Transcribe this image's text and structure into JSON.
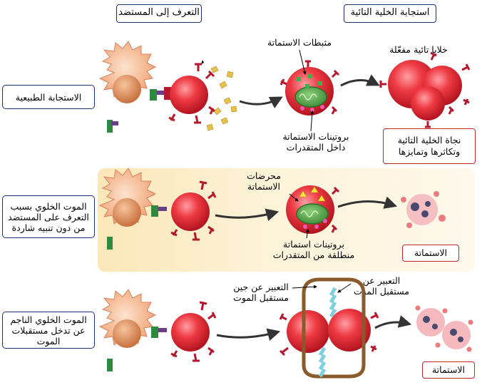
{
  "headers": {
    "recognition": "التعرف إلى المستضد",
    "t_response": "استجابة الخلية التائية"
  },
  "rows": [
    {
      "label": "الاستجابة الطبيعية",
      "labels": {
        "stimulators": "مثبطات الاستماتة",
        "activated_t_cells": "خلايا تائية مفعّلة",
        "proteins": "بروتينات الاستماتة\nداخل المتقدرات"
      },
      "outcome": "نجاة الخلية التائية\nوتكاثرها وتمايزها"
    },
    {
      "label": "الموت الخلوي بسبب\nالتعرف على المستضد\nمن دون تنبيه شاردة",
      "labels": {
        "inducers": "محرضات\nالاستماتة",
        "proteins": "بروتينات استماتة\nمنطلقة من المتقدرات"
      },
      "outcome": "الاستماتة"
    },
    {
      "label": "الموت الخلوي الناجم\nعن تدخل مستقبلات\nالموت",
      "labels": {
        "ligand": "التعبير عن جين\nمستقبل الموت",
        "receptor": "التعبير عن\nمستقبل الموت"
      },
      "outcome": "الاستماتة"
    }
  ],
  "colors": {
    "box_border": "#1b2f73",
    "outcome_border": "#c0272d",
    "t_cell": "#e8323b",
    "apc": "#f3b58f",
    "receptor": "#b5172d",
    "mhc": "#2e8a3e",
    "band": "#fbe7b8"
  }
}
